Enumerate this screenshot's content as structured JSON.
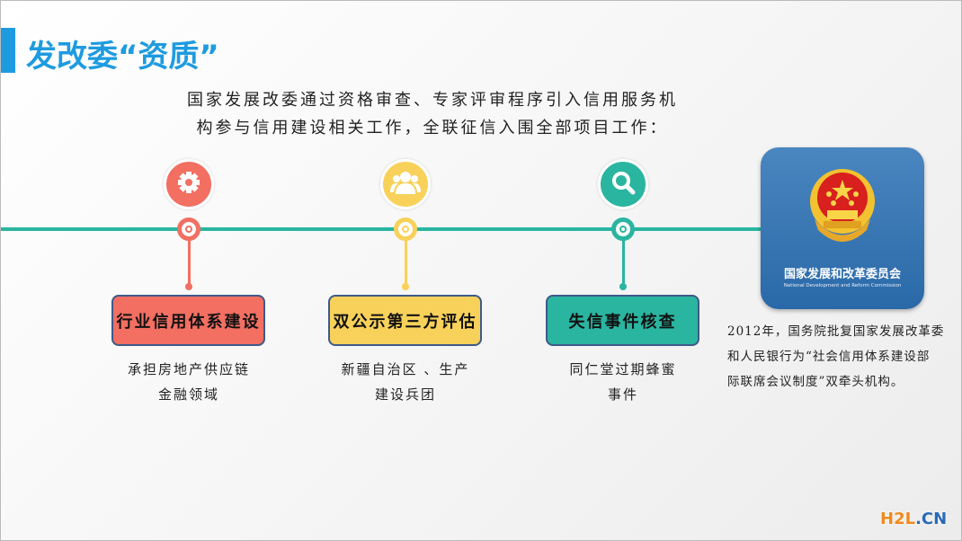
{
  "title": "发改委“资质”",
  "intro": [
    "国家发展改委通过资格审查、专家评审程序引入信用服务机",
    "构参与信用建设相关工作，全联征信入围全部项目工作："
  ],
  "items": [
    {
      "icon": "gear-icon",
      "color": "#f26f62",
      "label": "行业信用体系建设",
      "desc": [
        "承担房地产供应链",
        "金融领域"
      ]
    },
    {
      "icon": "users-icon",
      "color": "#f8d15a",
      "label": "双公示第三方评估",
      "desc": [
        "新疆自治区 、生产",
        "建设兵团"
      ]
    },
    {
      "icon": "search-icon",
      "color": "#2ab5a0",
      "label": "失信事件核查",
      "desc": [
        "同仁堂过期蜂蜜",
        "事件"
      ]
    }
  ],
  "logo": {
    "cn": "国家发展和改革委员会",
    "en": "National Development and Reform Commission"
  },
  "caption": [
    "2012年，国务院批复国家发展改革委",
    "和人民银行为“社会信用体系建设部",
    "际联席会议制度”双牵头机构。"
  ],
  "watermark": {
    "a": "H2L",
    "b": ".CN"
  }
}
